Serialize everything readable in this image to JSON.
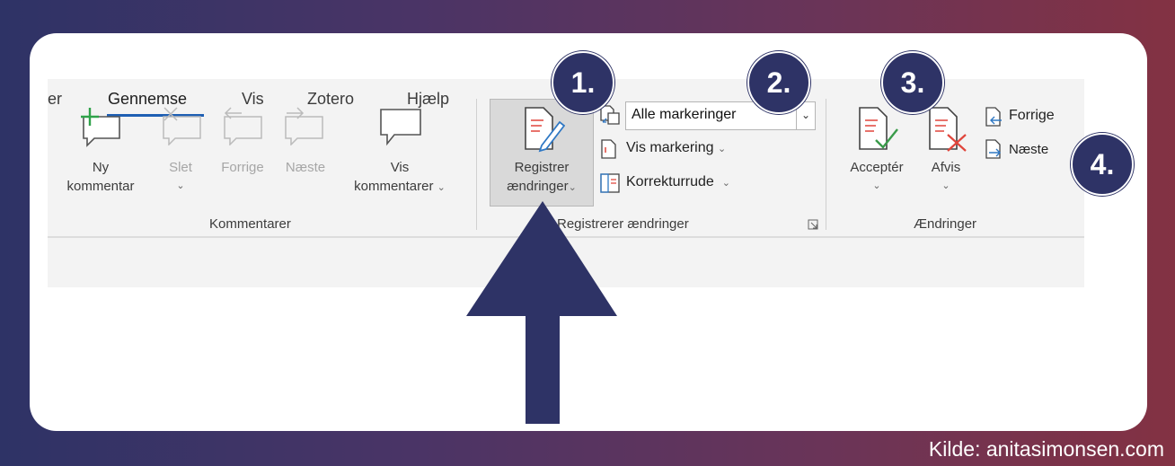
{
  "tabs": [
    {
      "label": "er"
    },
    {
      "label": "Gennemse"
    },
    {
      "label": "Vis"
    },
    {
      "label": "Zotero"
    },
    {
      "label": "Hjælp"
    }
  ],
  "comments_group": {
    "label": "Kommentarer",
    "new_line1": "Ny",
    "new_line2": "kommentar",
    "delete": "Slet",
    "previous": "Forrige",
    "next": "Næste",
    "show_line1": "Vis",
    "show_line2": "kommentarer"
  },
  "tracking_group": {
    "label": "Registrerer ændringer",
    "track_line1": "Registrer",
    "track_line2": "ændringer",
    "markup_select": "Alle markeringer",
    "show_markup": "Vis markering",
    "review_pane": "Korrekturrude"
  },
  "changes_group": {
    "label": "Ændringer",
    "accept": "Acceptér",
    "reject": "Afvis",
    "previous": "Forrige",
    "next": "Næste"
  },
  "badges": [
    "1.",
    "2.",
    "3.",
    "4."
  ],
  "credit": "Kilde: anitasimonsen.com",
  "colors": {
    "accent": "#2e3366",
    "tab_underline": "#1e5fb3",
    "accept": "#3a9b4a",
    "reject": "#e0453b"
  }
}
